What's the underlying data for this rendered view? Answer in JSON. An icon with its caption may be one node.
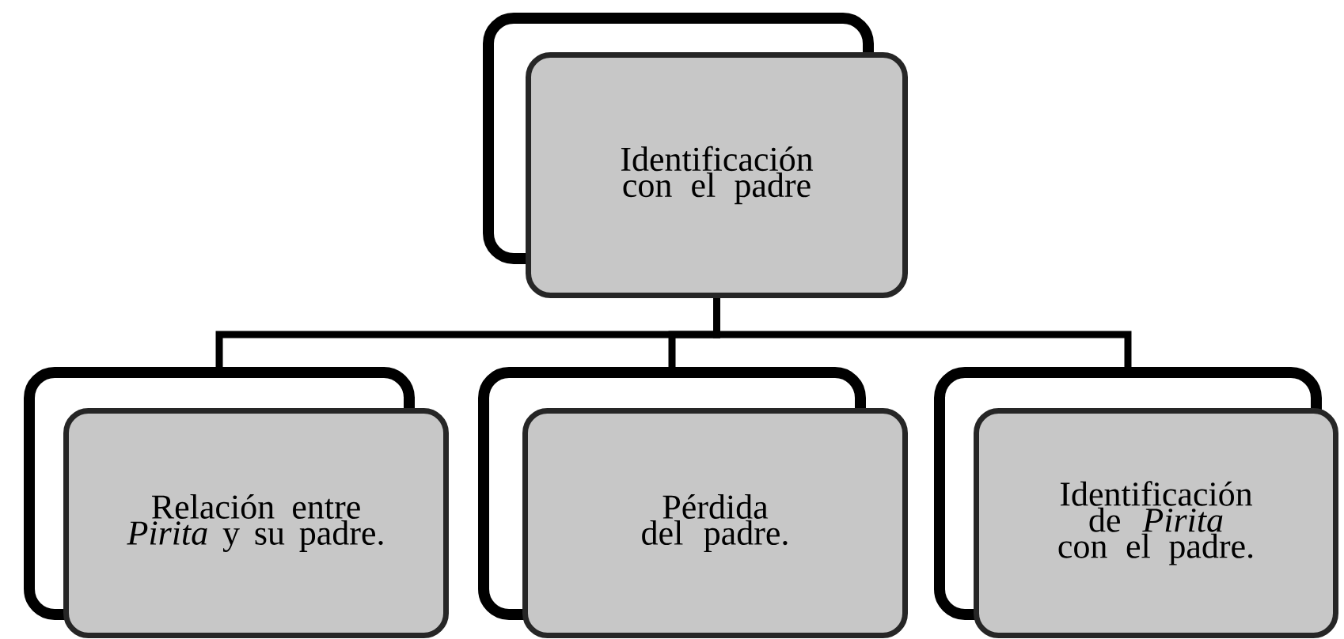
{
  "diagram": {
    "nodes": [
      {
        "text": [],
        "shape": "box"
      },
      {
        "text": [
          "Identificación con el padre"
        ]
      },
      {
        "text": [],
        "shape": "box"
      },
      {
        "text": [
          "Relación entre *Pirita* y su padre."
        ]
      },
      {
        "text": [],
        "shape": "box"
      },
      {
        "text": [
          "Pérdida del padre."
        ]
      },
      {
        "text": [],
        "shape": "box"
      },
      {
        "text": [
          "Identificación de *Pirita* con el padre."
        ]
      }
    ],
    "edges": [
      {
        "from": 1,
        "to": 2,
        "arrow": "none"
      },
      {
        "from": 1,
        "to": 4,
        "arrow": "none"
      },
      {
        "from": 1,
        "to": 6,
        "arrow": "none"
      }
    ]
  }
}
